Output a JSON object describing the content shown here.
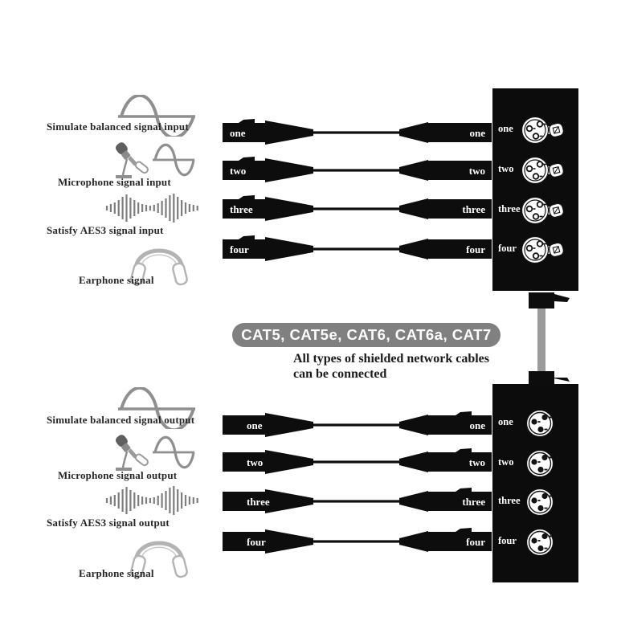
{
  "banner": {
    "label": "CAT5, CAT5e, CAT6, CAT6a, CAT7",
    "background": "#808080",
    "text_color": "#ffffff"
  },
  "note": {
    "line1": "All types of shielded network cables",
    "line2": "can be connected"
  },
  "colors": {
    "connector_black": "#0d0d0d",
    "panel_black": "#0c0c0c",
    "icon_gray": "#8f8f8f",
    "headphone_gray": "#b3b3b3",
    "link_cable_gray": "#9b9b9b"
  },
  "top": {
    "legend": [
      {
        "icon": "sine-wave-icon",
        "label": "Simulate balanced signal input"
      },
      {
        "icon": "microphone-icon",
        "label": "Microphone signal input"
      },
      {
        "icon": "aes3-waveform-icon",
        "label": "Satisfy AES3 signal input"
      },
      {
        "icon": "headphones-icon",
        "label": "Earphone signal"
      }
    ],
    "cables": [
      {
        "left": "one",
        "right": "one",
        "panel": "one"
      },
      {
        "left": "two",
        "right": "two",
        "panel": "two"
      },
      {
        "left": "three",
        "right": "three",
        "panel": "three"
      },
      {
        "left": "four",
        "right": "four",
        "panel": "four"
      }
    ]
  },
  "bottom": {
    "legend": [
      {
        "icon": "sine-wave-icon",
        "label": "Simulate balanced signal output"
      },
      {
        "icon": "microphone-icon",
        "label": "Microphone signal output"
      },
      {
        "icon": "aes3-waveform-icon",
        "label": "Satisfy AES3 signal output"
      },
      {
        "icon": "headphones-icon",
        "label": "Earphone signal"
      }
    ],
    "cables": [
      {
        "left": "one",
        "right": "one",
        "panel": "one"
      },
      {
        "left": "two",
        "right": "two",
        "panel": "two"
      },
      {
        "left": "three",
        "right": "three",
        "panel": "three"
      },
      {
        "left": "four",
        "right": "four",
        "panel": "four"
      }
    ]
  }
}
